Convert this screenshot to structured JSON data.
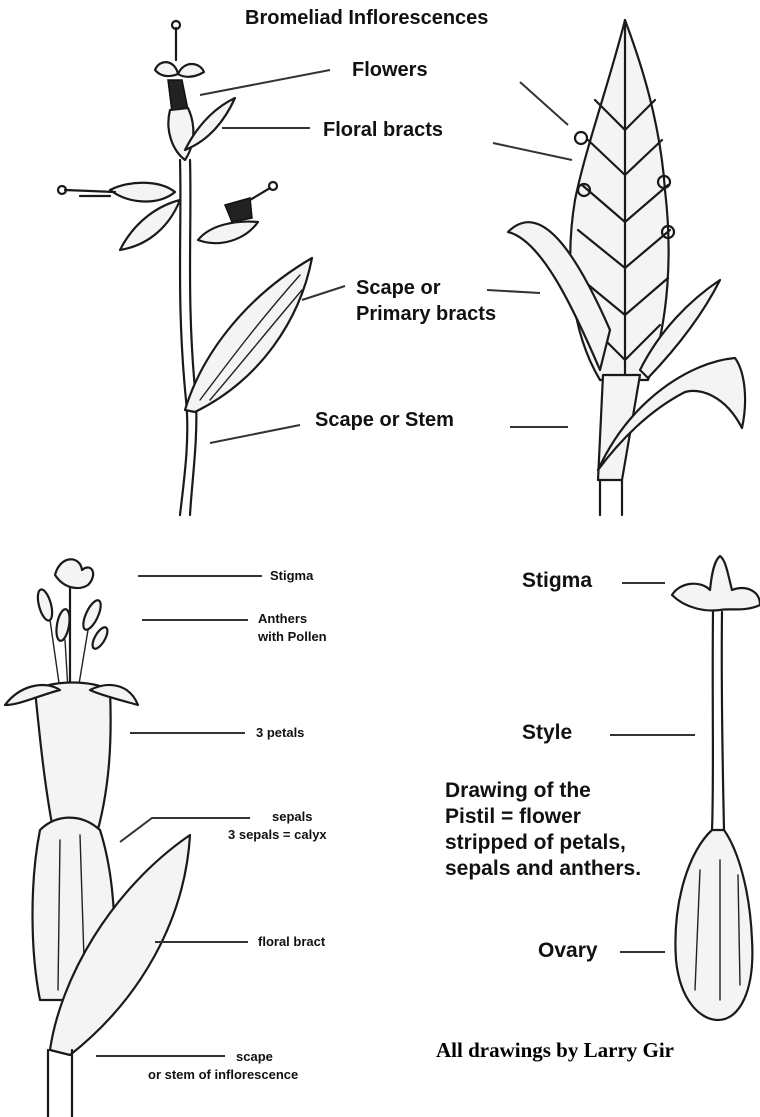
{
  "title": "Bromeliad Inflorescences",
  "top_labels": {
    "flowers": "Flowers",
    "floral_bracts": "Floral bracts",
    "scape_primary_line1": "Scape or",
    "scape_primary_line2": "Primary bracts",
    "scape_stem": "Scape or Stem"
  },
  "flower_labels": {
    "stigma": "Stigma",
    "anthers_line1": "Anthers",
    "anthers_line2": "with Pollen",
    "petals": "3 petals",
    "sepals_line1": "sepals",
    "sepals_line2": "3 sepals = calyx",
    "floral_bract": "floral bract",
    "scape_line1": "scape",
    "scape_line2": "or stem of inflorescence"
  },
  "pistil_labels": {
    "stigma": "Stigma",
    "style": "Style",
    "ovary": "Ovary",
    "description_line1": "Drawing of the",
    "description_line2": "Pistil = flower",
    "description_line3": "stripped of petals,",
    "description_line4": "sepals and anthers."
  },
  "credit": "All drawings by Larry Gir"
}
